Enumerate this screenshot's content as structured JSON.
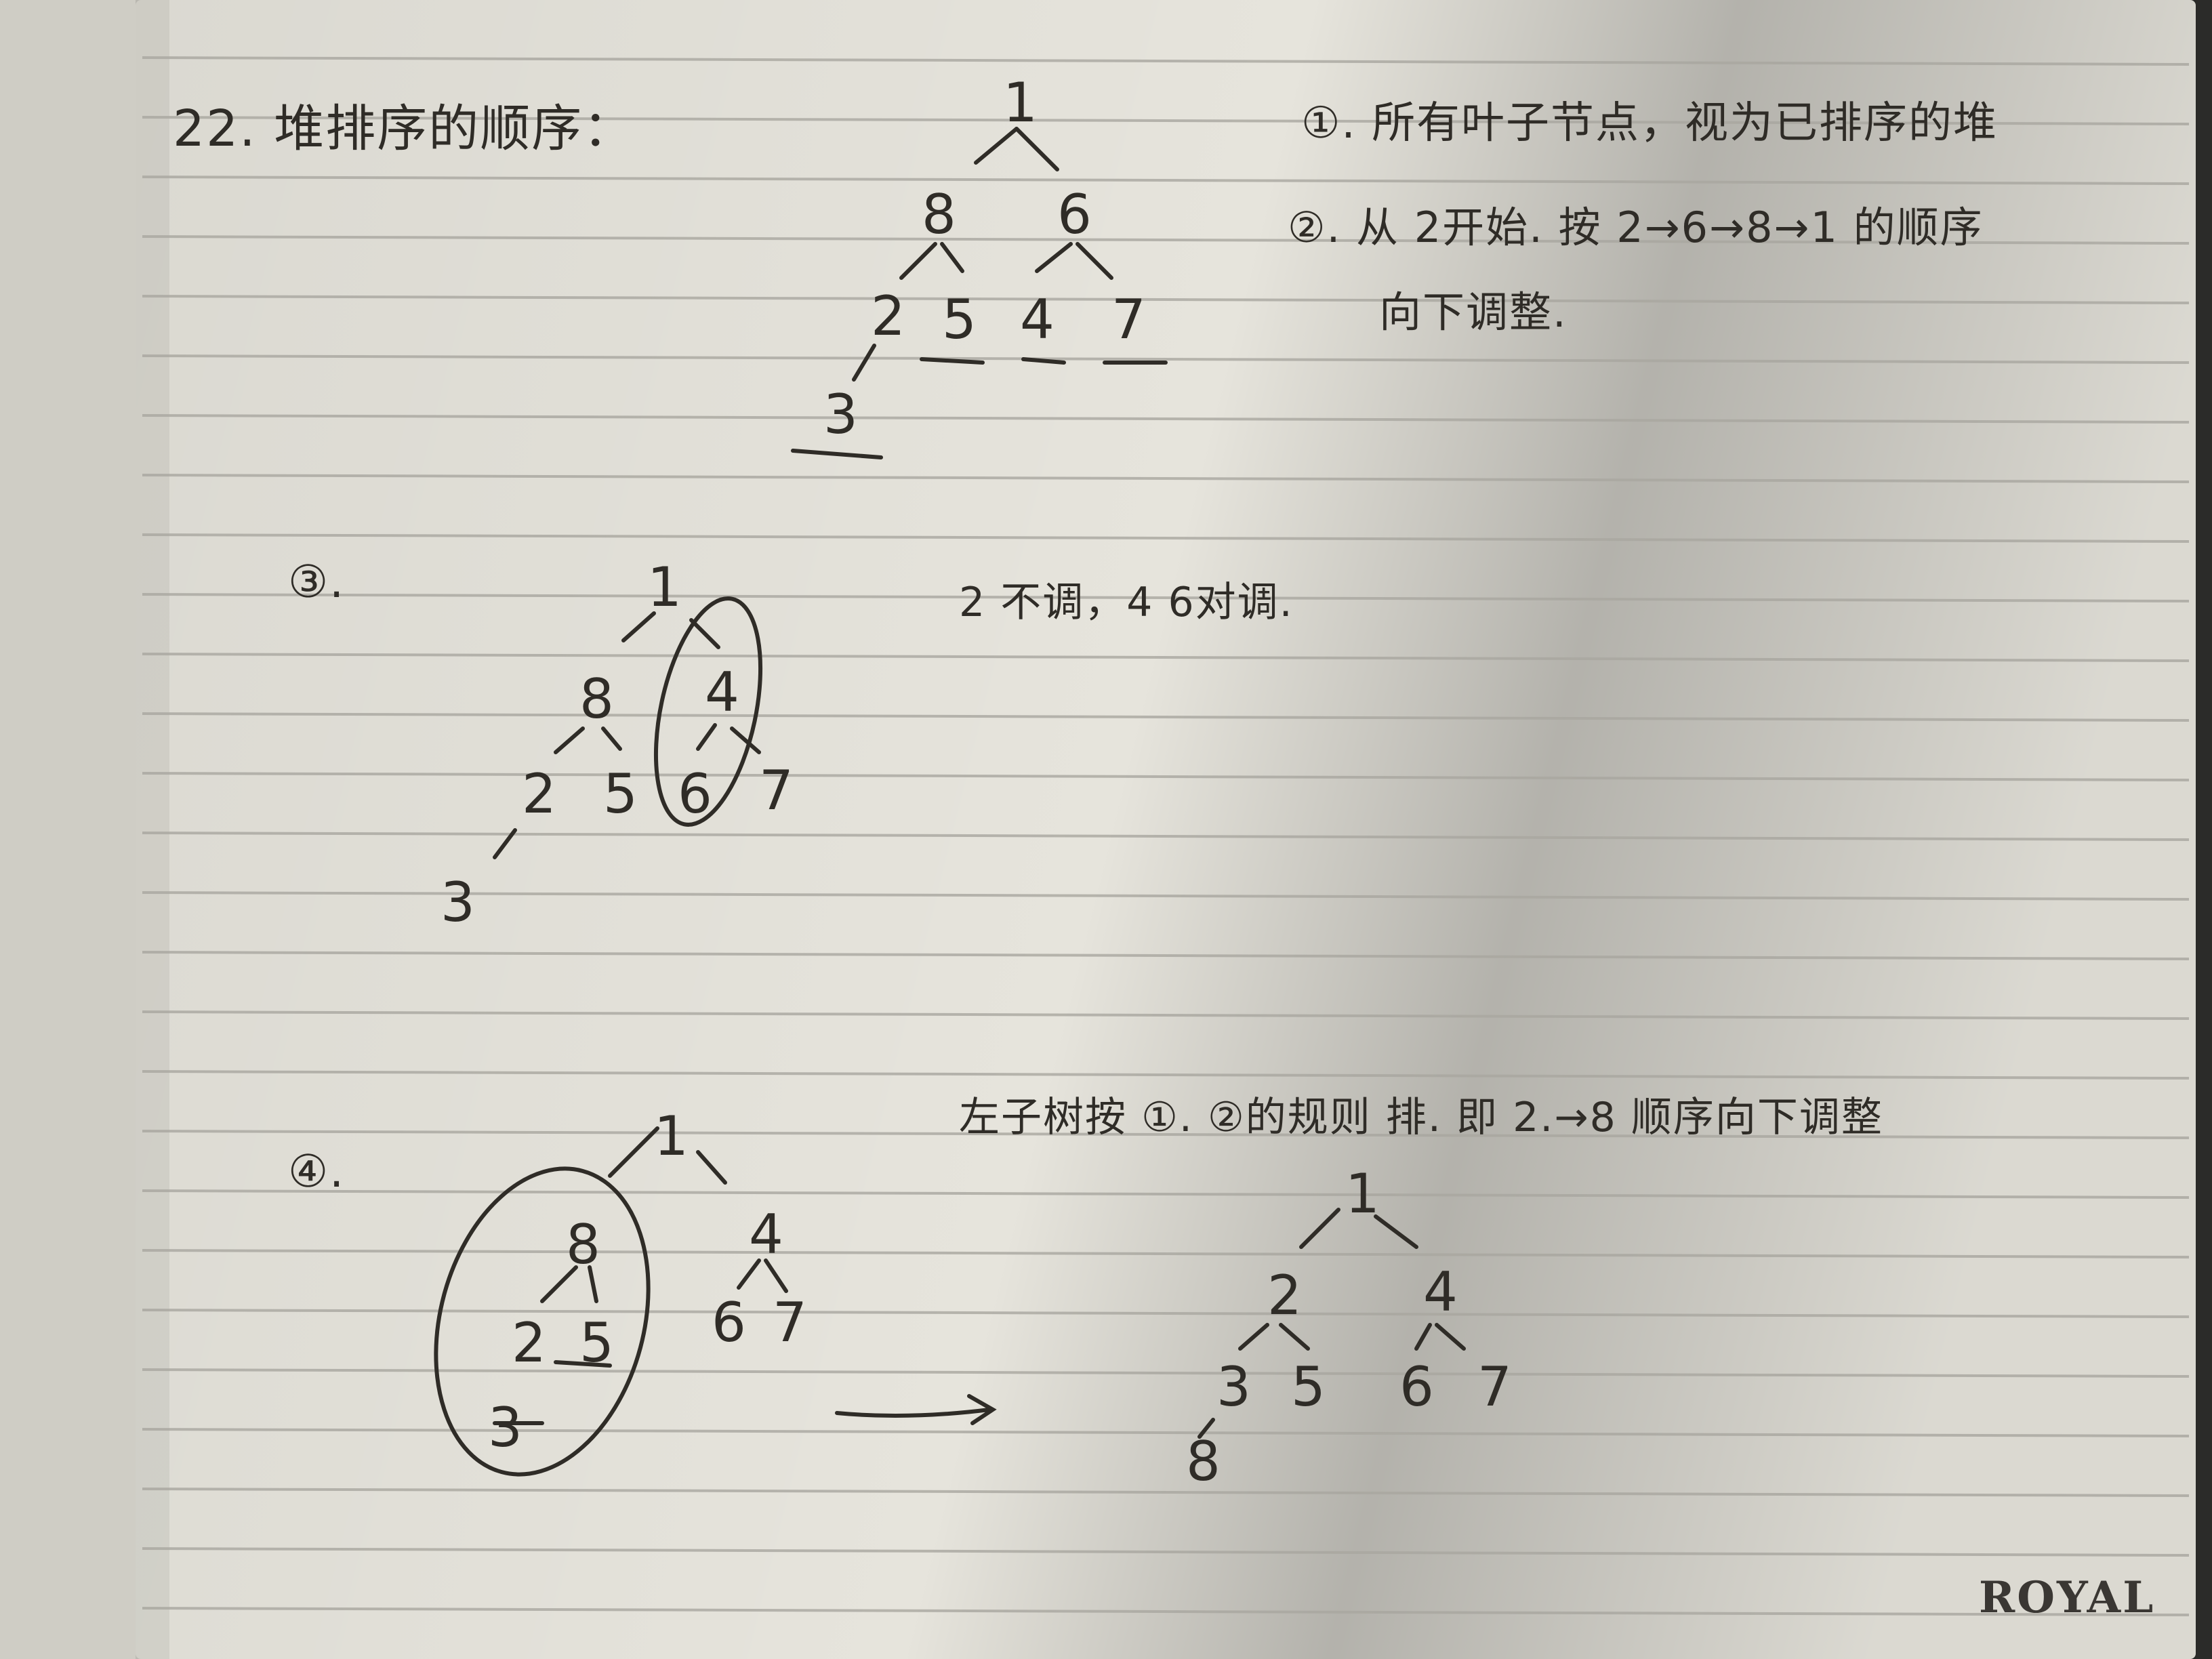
{
  "notebook": {
    "brand": "ROYAL",
    "paper_color": "#e6e4dc",
    "ink_color": "#2f2c27"
  },
  "note": {
    "title": "22. 堆排序的顺序：",
    "rule_1": "①. 所有叶子节点，视为已排序的堆",
    "rule_2": "②. 从 2开始. 按 2→6→8→1 的顺序",
    "rule_2_cont": "向下调整.",
    "step_3_marker": "③.",
    "step_3_note": "2 不调，4 6对调.",
    "step_4_marker": "④.",
    "step_4_note": "左子树按 ①. ②的规则 排. 即 2.→8 顺序向下调整",
    "arrow": "→"
  },
  "trees": {
    "initial": [
      "1",
      "8",
      "6",
      "2",
      "5",
      "4",
      "7",
      "3"
    ],
    "step_3": [
      "1",
      "8",
      "4",
      "2",
      "5",
      "6",
      "7",
      "3"
    ],
    "step_4_left": [
      "1",
      "8",
      "4",
      "2",
      "5",
      "6",
      "7",
      "3"
    ],
    "step_4_result": [
      "1",
      "2",
      "4",
      "3",
      "5",
      "6",
      "7",
      "8"
    ]
  }
}
